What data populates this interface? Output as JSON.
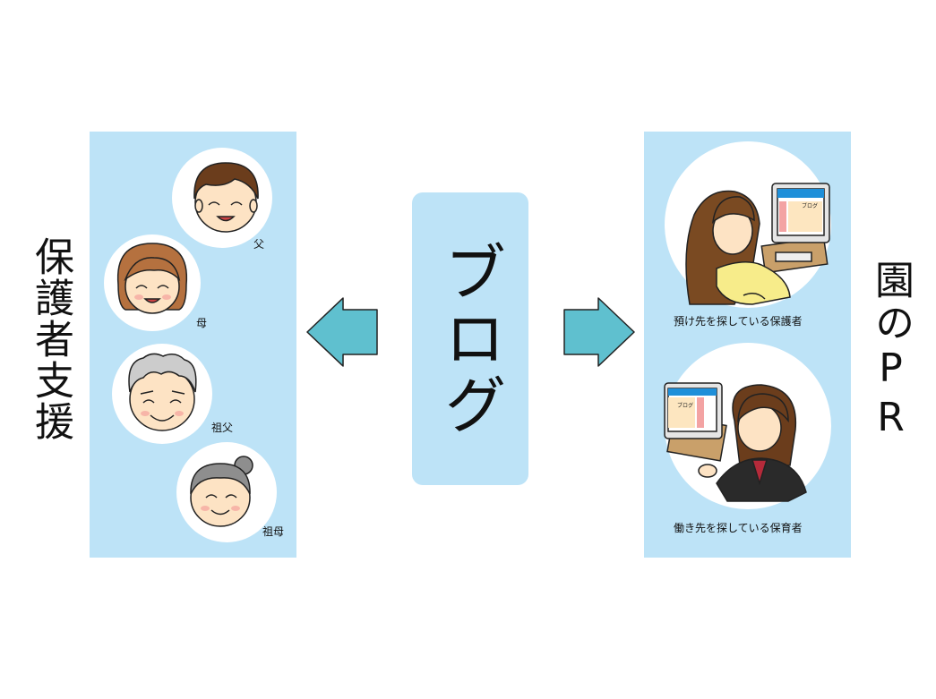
{
  "center": {
    "title": "ブログ"
  },
  "left": {
    "heading": "保護者支援",
    "people": [
      {
        "label": "父"
      },
      {
        "label": "母"
      },
      {
        "label": "祖父"
      },
      {
        "label": "祖母"
      }
    ]
  },
  "right": {
    "heading": "園のPR",
    "scenes": [
      {
        "caption": "預け先を探している保護者",
        "screen_text": "ブログ"
      },
      {
        "caption": "働き先を探している保育者",
        "screen_text": "ブログ"
      }
    ]
  },
  "colors": {
    "panel": "#bde3f7",
    "arrow": "#5fc0cf",
    "skin": "#fde3c4",
    "hair_brown": "#7a4a22"
  }
}
